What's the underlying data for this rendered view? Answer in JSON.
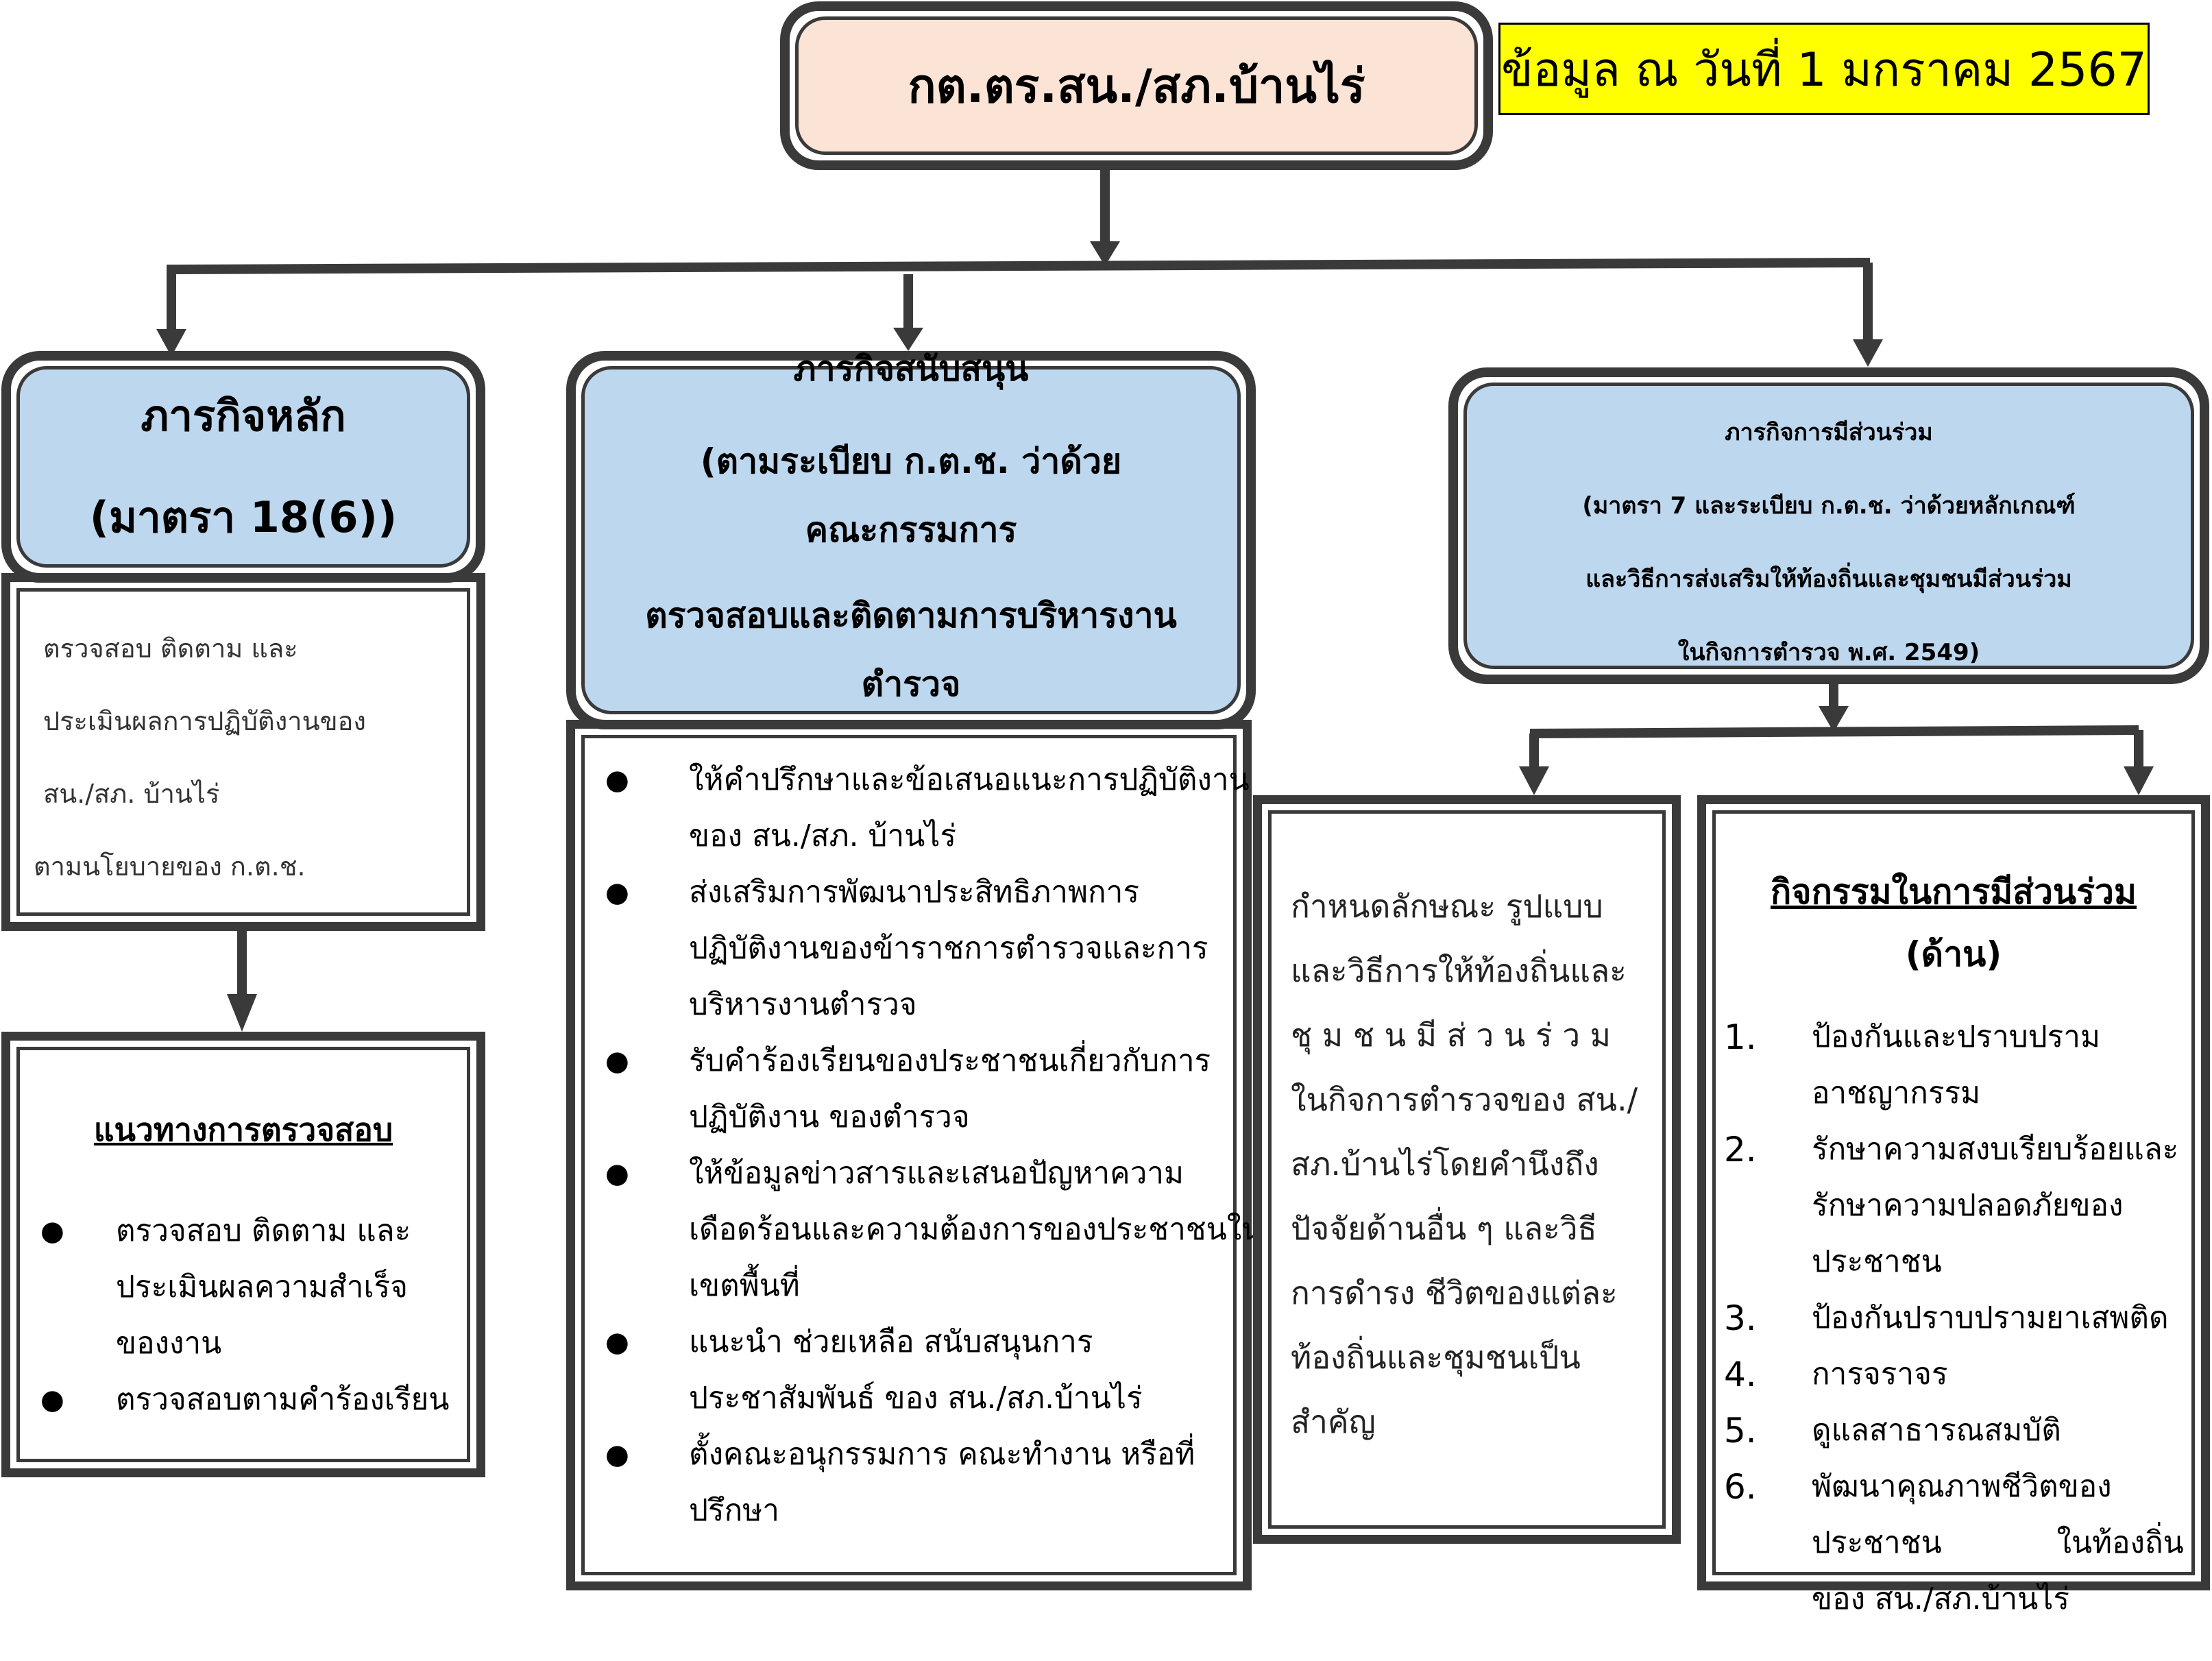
{
  "top": {
    "title": "กต.ตร.สน./สภ.บ้านไร่"
  },
  "date_label": "ข้อมูล ณ วันที่ 1 มกราคม 2567",
  "main_mission": {
    "title": "ภารกิจหลัก",
    "subtitle": "(มาตรา 18(6))",
    "desc": [
      "ตรวจสอบ ติดตาม และ",
      "ประเมินผลการปฏิบัติงานของ",
      "สน./สภ. บ้านไร่",
      "ตามนโยบายของ ก.ต.ช."
    ]
  },
  "inspection": {
    "title": "แนวทางการตรวจสอบ",
    "items": [
      {
        "lines": [
          "ตรวจสอบ ติดตาม และ",
          "ประเมินผลความสำเร็จ",
          "ของงาน"
        ]
      },
      {
        "lines": [
          "ตรวจสอบตามคำร้องเรียน"
        ]
      }
    ]
  },
  "support_mission": {
    "title_lines": [
      "ภารกิจสนับสนุน",
      "(ตามระเบียบ ก.ต.ช. ว่าด้วย",
      "คณะกรรมการ",
      "ตรวจสอบและติดตามการบริหารงาน",
      "ตำรวจ"
    ],
    "items": [
      {
        "lines": [
          "ให้คำปรึกษาและข้อเสนอแนะการปฏิบัติงาน",
          "ของ สน./สภ. บ้านไร่"
        ]
      },
      {
        "lines": [
          "ส่งเสริมการพัฒนาประสิทธิภาพการ",
          "ปฏิบัติงานของข้าราชการตำรวจและการ",
          "บริหารงานตำรวจ"
        ]
      },
      {
        "lines": [
          "รับคำร้องเรียนของประชาชนเกี่ยวกับการ",
          "ปฏิบัติงาน ของตำรวจ"
        ]
      },
      {
        "lines": [
          "ให้ข้อมูลข่าวสารและเสนอปัญหาความ",
          "เดือดร้อนและความต้องการของประชาชนใน",
          "เขตพื้นที่"
        ]
      },
      {
        "lines": [
          "แนะนำ ช่วยเหลือ สนับสนุนการ",
          "ประชาสัมพันธ์ ของ สน./สภ.บ้านไร่"
        ]
      },
      {
        "lines": [
          "ตั้งคณะอนุกรรมการ คณะทำงาน หรือที่",
          "ปรึกษา"
        ]
      }
    ]
  },
  "participation": {
    "title_lines": [
      "ภารกิจการมีส่วนร่วม",
      "(มาตรา 7 และระเบียบ ก.ต.ช. ว่าด้วยหลักเกณฑ์",
      "และวิธีการส่งเสริมให้ท้องถิ่นและชุมชนมีส่วนร่วม",
      "ในกิจการตำรวจ พ.ศ. 2549)"
    ]
  },
  "define": {
    "lines": [
      "กำหนดลักษณะ รูปแบบ",
      "และวิธีการให้ท้องถิ่นและ",
      "ชุ ม ช น มี ส่ ว น ร่ ว ม",
      "ในกิจการตำรวจของ สน./",
      "สภ.บ้านไร่โดยคำนึงถึง",
      "ปัจจัยด้านอื่น ๆ และวิธี",
      "การดำรง ชีวิตของแต่ละ",
      "ท้องถิ่นและชุมชนเป็น",
      "สำคัญ"
    ]
  },
  "activities": {
    "title": "กิจกรรมในการมีส่วนร่วม",
    "subtitle": "(ด้าน)",
    "items": [
      {
        "num": "1.",
        "lines": [
          "ป้องกันและปราบปราม",
          "อาชญากรรม"
        ]
      },
      {
        "num": "2.",
        "lines": [
          "รักษาความสงบเรียบร้อยและ",
          "รักษาความปลอดภัยของ",
          "ประชาชน"
        ]
      },
      {
        "num": "3.",
        "lines": [
          "ป้องกันปราบปรามยาเสพติด"
        ]
      },
      {
        "num": "4.",
        "lines": [
          "การจราจร"
        ]
      },
      {
        "num": "5.",
        "lines": [
          "ดูแลสาธารณสมบัติ"
        ]
      },
      {
        "num": "6.",
        "lines": [
          "พัฒนาคุณภาพชีวิตของ",
          "ประชาชน            ในท้องถิ่น",
          "ของ สน./สภ.บ้านไร่"
        ]
      }
    ]
  },
  "colors": {
    "line": "#3a3a3a",
    "box_blue": "#bdd7ee",
    "box_peach": "#fbe3d6",
    "highlight": "#ffff00"
  }
}
